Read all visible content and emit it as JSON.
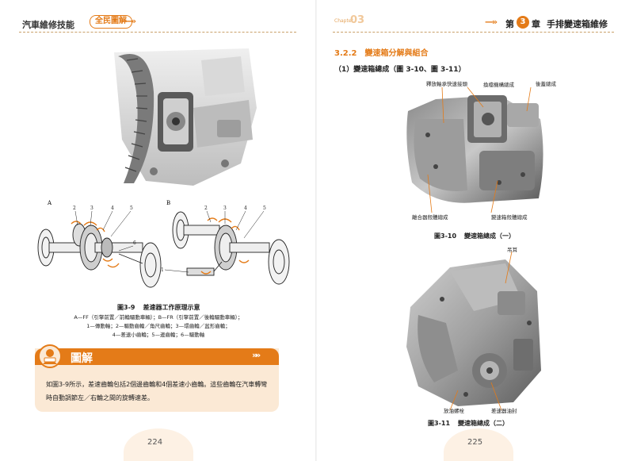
{
  "left_page": {
    "header_title": "汽車維修技能",
    "header_badge": "全民圖解",
    "header_arrows": "—»",
    "diagram": {
      "label_a": "A",
      "label_b": "B",
      "a_numbers": [
        "2",
        "3",
        "4",
        "5",
        "6"
      ],
      "b_numbers": [
        "2",
        "3",
        "4",
        "5",
        "1"
      ]
    },
    "figure_caption_num": "圖3-9",
    "figure_caption_text": "差速器工作原理示意",
    "legend_line1": "A—FF（引擎前置／前輪驅動車輛）；B—FR（引擎前置／後輪驅動車輛）；",
    "legend_line2": "1—傳動軸；2—驅動齒輪／角尺齒輪；3—環齒輪／盆形齒輪；",
    "legend_line3": "4—差速小齒輪；5—邊齒輪；6—驅動軸",
    "explain_title": "圖解",
    "explain_arrows": "»»",
    "explain_text": "如圖3-9所示，差速齒輪包括2個邊齒輪和4個差速小齒輪。這些齒輪在汽車轉彎時自動調節左／右輪之間的旋轉速差。",
    "page_number": "224"
  },
  "right_page": {
    "header_chapter_label": "Chapter",
    "header_chapter_num": "03",
    "header_arrows": "—»",
    "header_di": "第",
    "header_num": "3",
    "header_zhang": "章",
    "header_title": "手排變速箱維修",
    "section_title": "3.2.2　變速箱分解與組合",
    "subsection_title": "（1）變速箱總成（圖 3-10、圖 3-11）",
    "fig10_callouts": {
      "release_bearing": "釋放軸承快速接頭",
      "shift_mechanism": "換檔機構總成",
      "rear_cover": "後蓋總成",
      "clutch_housing": "離合器殼體總成",
      "transmission_housing": "變速箱殼體總成"
    },
    "fig10_caption_num": "圖3-10",
    "fig10_caption_text": "變速箱總成（一）",
    "fig11_callouts": {
      "lifting_lug": "吊耳",
      "drain_plug": "放油螺栓",
      "oil_seal": "差速器油封"
    },
    "fig11_caption_num": "圖3-11",
    "fig11_caption_text": "變速箱總成（二）",
    "page_number": "225"
  }
}
